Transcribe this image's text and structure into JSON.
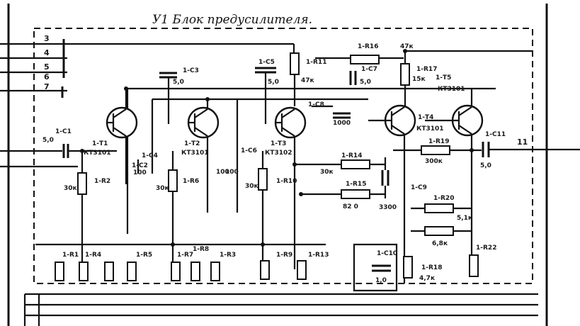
{
  "title": "У1 Блок предусилителя.",
  "connectors": {
    "left": [
      "3",
      "4",
      "5",
      "6",
      "7"
    ],
    "right": "11"
  },
  "transistors": {
    "t1": {
      "ref": "1-Т1",
      "type": "КТ3101"
    },
    "t2": {
      "ref": "1-Т2",
      "type": "КТ3101"
    },
    "t3": {
      "ref": "1-Т3",
      "type": "КТ3102"
    },
    "t4": {
      "ref": "1-Т4",
      "type": "КТ3101"
    },
    "t5": {
      "ref": "1-Т5",
      "type": "КТ3101"
    }
  },
  "capacitors": {
    "c1": {
      "ref": "1-С1",
      "value": "5,0"
    },
    "c2": {
      "ref": "1-С2",
      "value": "100"
    },
    "c3": {
      "ref": "1-С3",
      "value": "5,0"
    },
    "c4": {
      "ref": "1-С4",
      "value": "100"
    },
    "c5": {
      "ref": "1-С5",
      "value": "5,0"
    },
    "c6": {
      "ref": "1-С6",
      "value": "100"
    },
    "c7": {
      "ref": "1-С7",
      "value": "5,0"
    },
    "c8": {
      "ref": "1-С8",
      "value": "1000"
    },
    "c9": {
      "ref": "1-С9",
      "value": "3300"
    },
    "c10": {
      "ref": "1-С10",
      "value": "1,0"
    },
    "c11": {
      "ref": "1-С11",
      "value": "5,0"
    }
  },
  "resistors": {
    "r2": {
      "ref": "1-R2",
      "value": "30к"
    },
    "r6": {
      "ref": "1-R6",
      "value": "30к"
    },
    "r10": {
      "ref": "1-R10",
      "value": "30к"
    },
    "r11": {
      "ref": "1-R11",
      "value": "47к"
    },
    "r14": {
      "ref": "1-R14",
      "value": "30к"
    },
    "r15": {
      "ref": "1-R15",
      "value": "82 0"
    },
    "r16": {
      "ref": "1-R16",
      "value": "47к"
    },
    "r17": {
      "ref": "1-R17",
      "value": "15к"
    },
    "r18": {
      "ref": "1-R18",
      "value": "4,7к"
    },
    "r19": {
      "ref": "1-R19",
      "value": "300к"
    },
    "r20": {
      "ref": "1-R20",
      "value": "5,1к"
    },
    "r20b": {
      "ref": "",
      "value": "6,8к"
    },
    "r3": {
      "ref": "1-R3",
      "value": ""
    },
    "r9": {
      "ref": "1-R9",
      "value": ""
    },
    "r13": {
      "ref": "1-R13",
      "value": ""
    },
    "r22": {
      "ref": "1-R22",
      "value": ""
    }
  },
  "bottom_labels": [
    "1-R1",
    "1-R4",
    "1-R5",
    "1-R7",
    "1-R8"
  ]
}
